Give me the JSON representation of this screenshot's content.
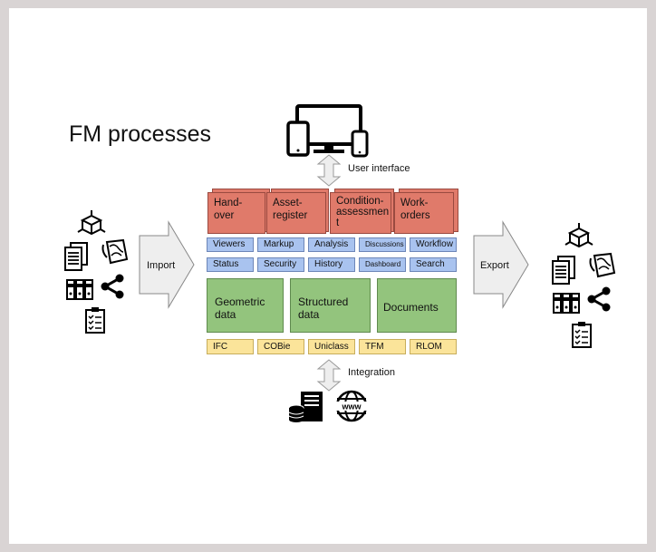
{
  "title": "FM processes",
  "labels": {
    "user_interface": "User interface",
    "import": "Import",
    "export": "Export",
    "integration": "Integration"
  },
  "processes": [
    "Hand-\nover",
    "Asset-\nregister",
    "Condition-\nassessmen\nt",
    "Work-\norders"
  ],
  "functions_row1": [
    "Viewers",
    "Markup",
    "Analysis",
    "Discussions",
    "Workflow"
  ],
  "functions_row2": [
    "Status",
    "Security",
    "History",
    "Dashboard",
    "Search"
  ],
  "data_layers": [
    "Geometric\ndata",
    "Structured\ndata",
    "Documents"
  ],
  "standards": [
    "IFC",
    "COBie",
    "Uniclass",
    "TFM",
    "RLOM"
  ],
  "icons": {
    "devices": "devices-icon",
    "model": "3d-model-icon",
    "document": "documents-icon",
    "drawing": "drawing-icon",
    "binders": "binders-icon",
    "share": "share-icon",
    "checklist": "checklist-icon",
    "database": "database-server-icon",
    "web": "www-globe-icon"
  },
  "colors": {
    "process": "#e07a6a",
    "function": "#a9c3ef",
    "data": "#93c47d",
    "standard": "#fbe49a",
    "arrow": "#eeeeee"
  }
}
